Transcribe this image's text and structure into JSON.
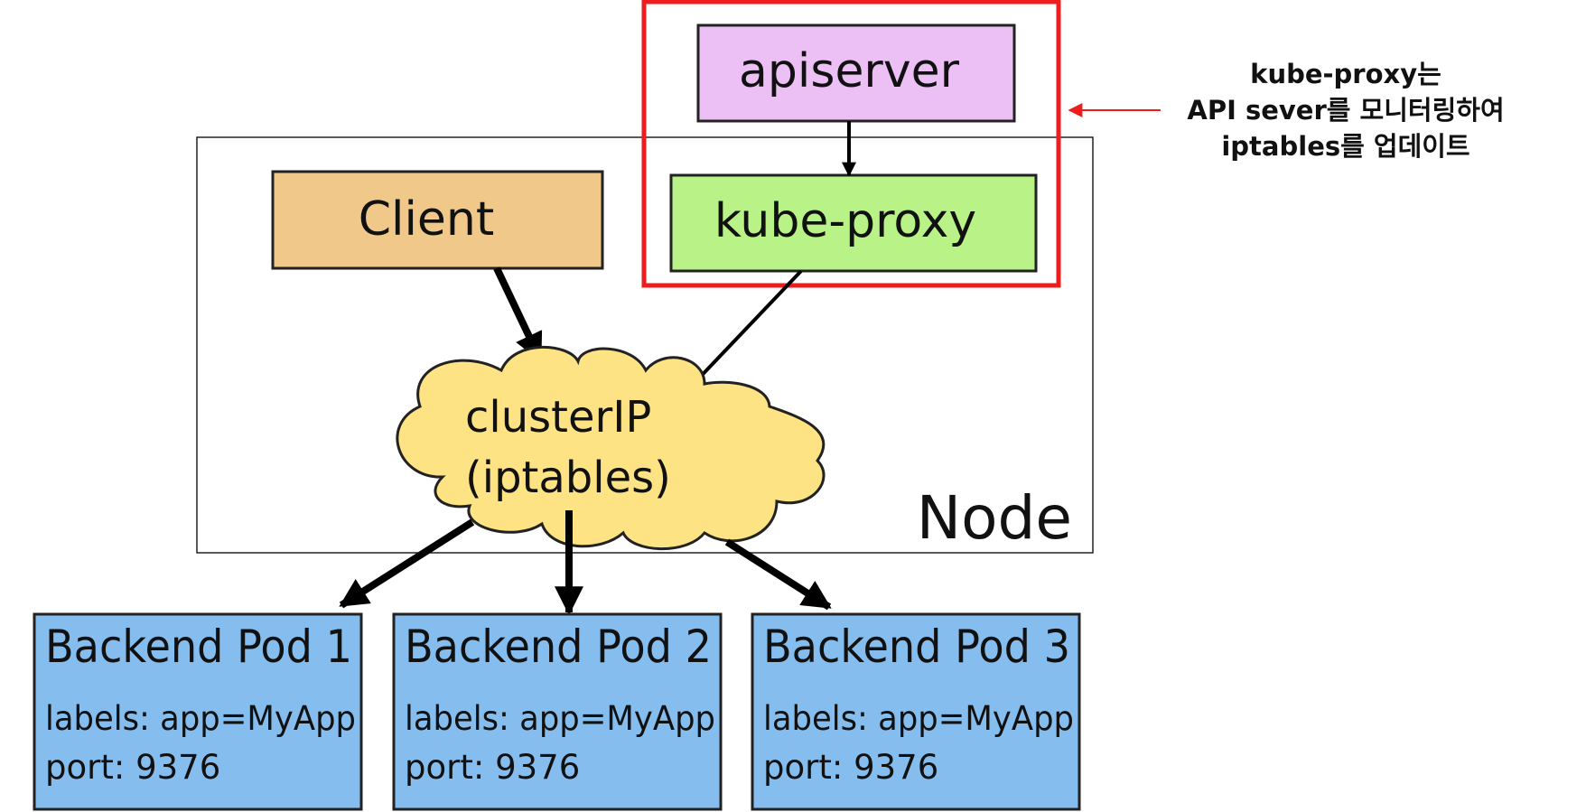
{
  "diagram": {
    "node_label": "Node",
    "apiserver": {
      "label": "apiserver",
      "color": "#ecc0f5"
    },
    "kube_proxy": {
      "label": "kube-proxy",
      "color": "#b9f286"
    },
    "client": {
      "label": "Client",
      "color": "#f0c98a"
    },
    "cluster_ip": {
      "line1": "clusterIP",
      "line2": "(iptables)",
      "color": "#fde384"
    },
    "pods": [
      {
        "title": "Backend Pod 1",
        "labels": "labels: app=MyApp",
        "port": "port: 9376"
      },
      {
        "title": "Backend Pod 2",
        "labels": "labels: app=MyApp",
        "port": "port: 9376"
      },
      {
        "title": "Backend Pod 3",
        "labels": "labels: app=MyApp",
        "port": "port: 9376"
      }
    ],
    "pod_color": "#85bdee",
    "highlight_color": "#ee1c1c"
  },
  "note": {
    "lines": [
      "kube-proxy는",
      "API sever를 모니터링하여",
      "iptables를 업데이트"
    ]
  }
}
